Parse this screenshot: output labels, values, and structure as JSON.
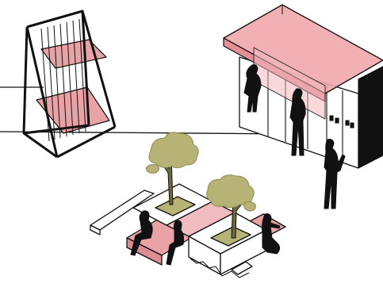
{
  "illustration": {
    "style": "axonometric line drawing",
    "palette": {
      "line": "#111111",
      "accent_pink": "#e9a3a7",
      "accent_pink_light": "#f1bcc0",
      "foliage": "#b7b376",
      "canopy_glass": "#f0a7ab",
      "paper": "#ffffff"
    },
    "components": [
      "ladder-shelf",
      "kiosk-pavilion",
      "planter-bench",
      "trees",
      "people",
      "leader-lines"
    ]
  }
}
